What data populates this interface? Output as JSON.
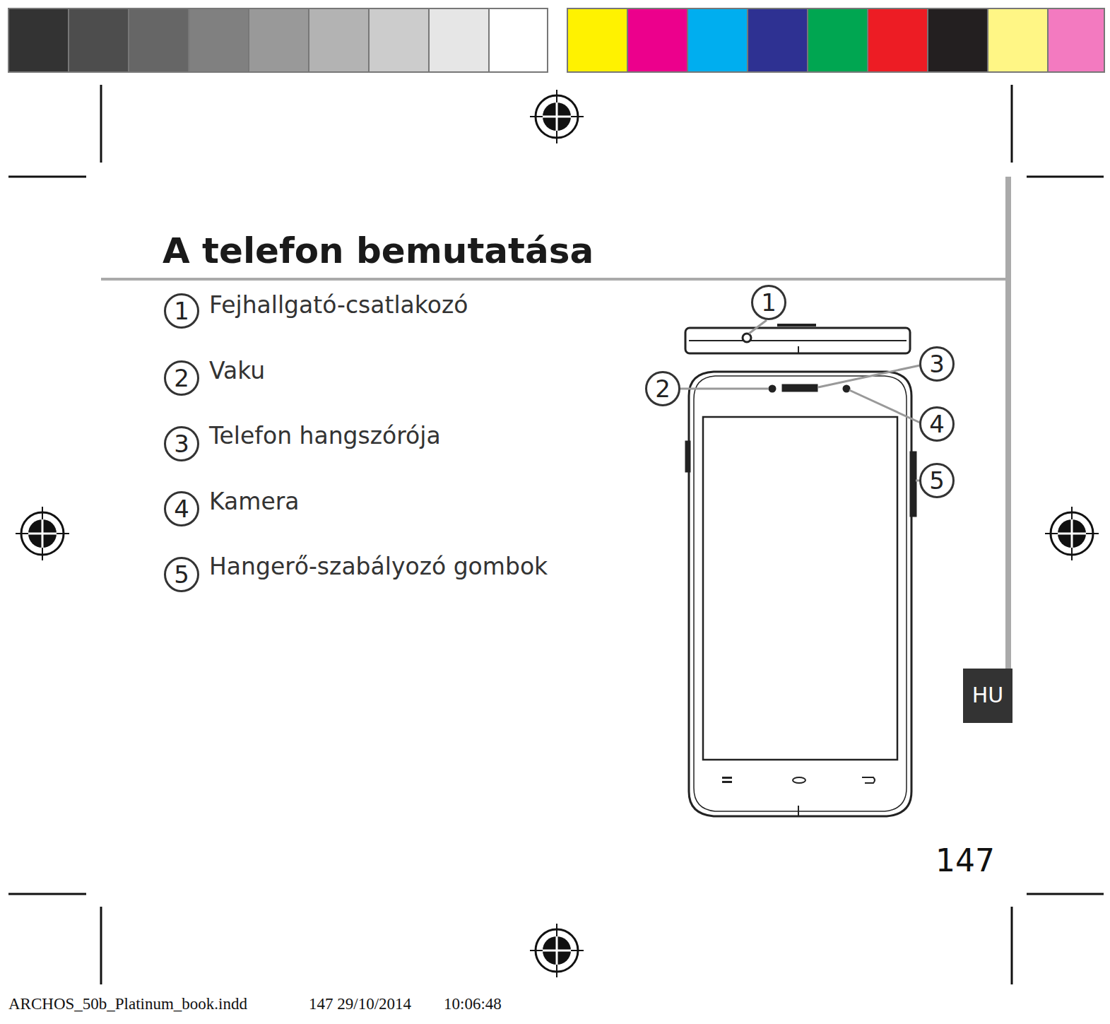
{
  "diagram": {
    "title": "A telefon bemutatása",
    "nodes": [
      {
        "text": [
          "1"
        ]
      },
      {
        "text": [
          "2"
        ]
      },
      {
        "text": [
          "3"
        ]
      },
      {
        "text": [
          "4"
        ]
      },
      {
        "text": [
          "5"
        ]
      },
      {
        "text": [
          "1"
        ]
      },
      {
        "text": [
          "2"
        ]
      },
      {
        "text": [
          "3"
        ]
      },
      {
        "text": [
          "4"
        ]
      },
      {
        "text": [
          "5"
        ]
      },
      {
        "text": [
          "HU"
        ]
      }
    ],
    "labels": [
      "Fejhallgató-csatlakozó",
      "Vaku",
      "Telefon hangszórója",
      "Kamera",
      "Hangerő-szabályozó gombok",
      "147",
      "ARCHOS_50b_Platinum_book.indd",
      "147 29/10/2014",
      "10:06:48"
    ]
  }
}
